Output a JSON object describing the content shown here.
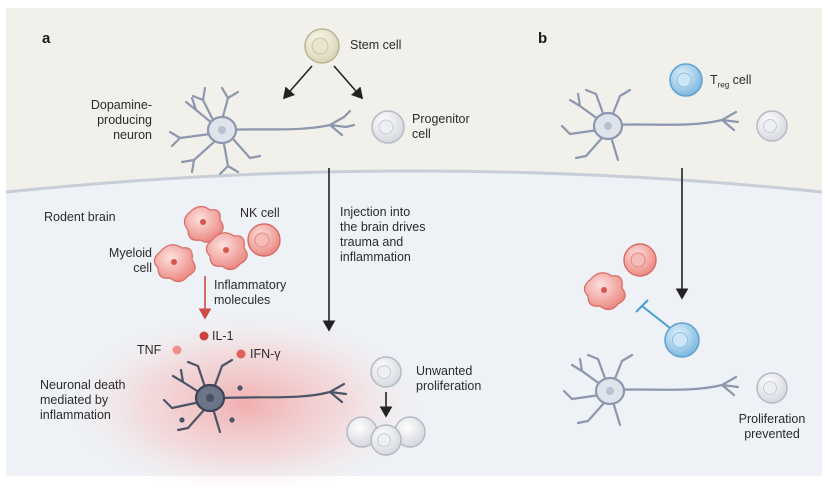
{
  "panels": {
    "a": "a",
    "b": "b"
  },
  "labels": {
    "stem_cell": "Stem cell",
    "dopamine_neuron": "Dopamine-\nproducing\nneuron",
    "progenitor_cell": "Progenitor\ncell",
    "rodent_brain": "Rodent brain",
    "nk_cell": "NK cell",
    "myeloid_cell": "Myeloid\ncell",
    "inflammatory_molecules": "Inflammatory\nmolecules",
    "injection_text": "Injection into\nthe brain drives\ntrauma and\ninflammation",
    "il1": "IL-1",
    "tnf": "TNF",
    "ifn": "IFN-γ",
    "neuronal_death": "Neuronal death\nmediated by\ninflammation",
    "unwanted_proliferation": "Unwanted\nproliferation",
    "treg_main": "T",
    "treg_sub": "reg",
    "treg_suffix": " cell",
    "proliferation_prevented": "Proliferation\nprevented"
  },
  "colors": {
    "background_top": "#f2f1ec",
    "brain_region": "#eef2f5",
    "neuron": "#8d97ad",
    "stem_cell": "#e3dfc6",
    "progenitor_cell": "#e6e7ec",
    "nk_cell": "#ef8c86",
    "myeloid_cell": "#f19a94",
    "treg_cell": "#8fc3e6",
    "inflammation_glow": "#f4b4b4",
    "cytokine_dot": "#d9534f",
    "inhibition_line": "#4a9fd1"
  }
}
